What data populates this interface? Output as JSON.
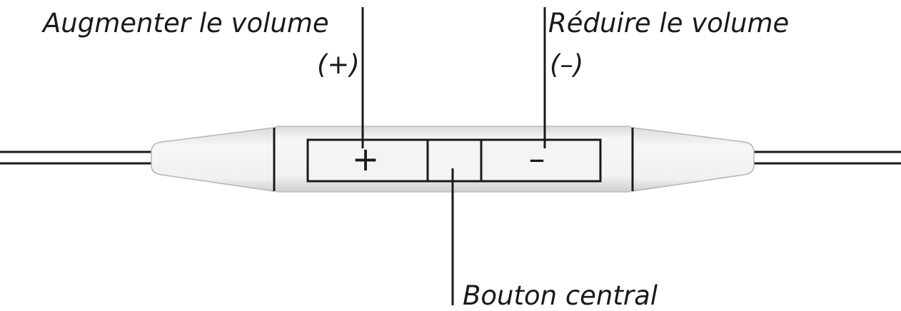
{
  "labels": {
    "volume_up": "Augmenter le volume",
    "volume_up_sign": "(+)",
    "volume_down": "Réduire le volume",
    "volume_down_sign": "(–)",
    "center_button": "Bouton central"
  },
  "buttons": {
    "plus_symbol": "+",
    "minus_symbol": "–"
  },
  "colors": {
    "line": "#1a1a1a",
    "body_fill": "#f3f3f3",
    "body_shade": "#dcdcdc",
    "background": "#ffffff"
  }
}
